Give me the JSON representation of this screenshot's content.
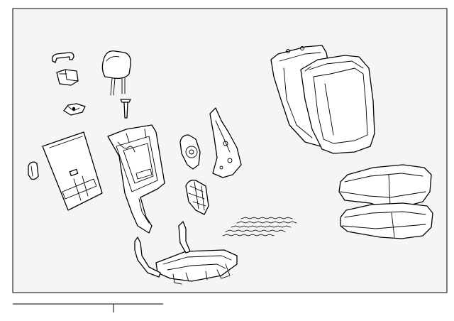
{
  "diagram": {
    "background_color": "#f5f5f5",
    "frame_color": "#000000",
    "line_color": "#000000",
    "parts": [
      "headrest-guide-clip",
      "headrest-guide-block",
      "recliner-cover-clip",
      "side-bolster-trim",
      "seat-back-panel",
      "headrest",
      "headrest-guide-pin",
      "seat-back-frame",
      "recliner-cover",
      "back-frame-support-plate",
      "lumbar-support",
      "seat-back-cushion-rear",
      "seat-back-cushion-front",
      "seat-cushion-upper",
      "seat-cushion-lower",
      "wire-springs",
      "seat-cushion-frame"
    ]
  }
}
